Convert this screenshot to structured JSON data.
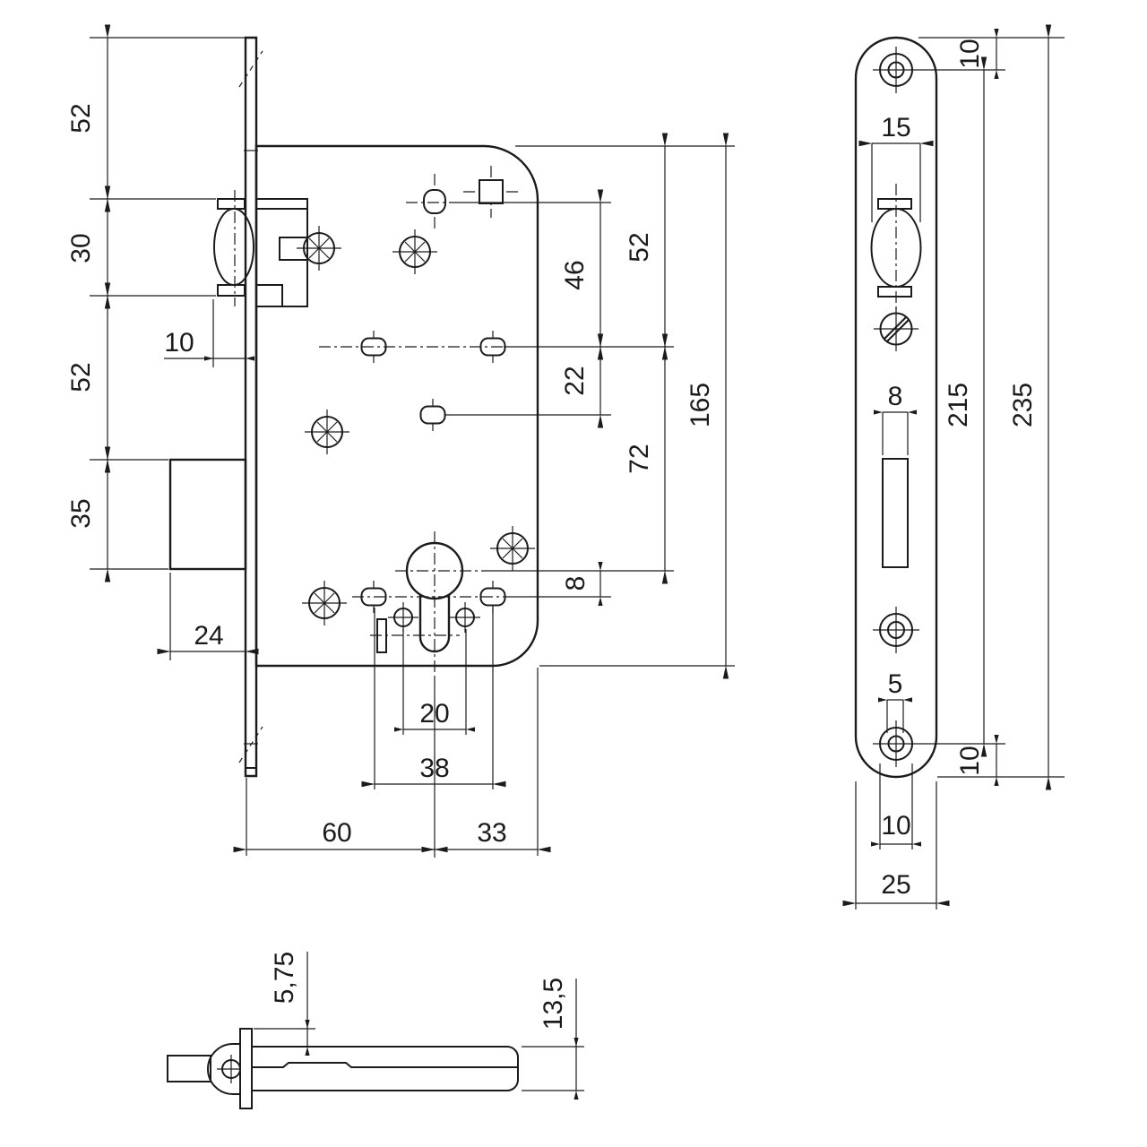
{
  "drawing": {
    "colors": {
      "line": "#1b1b1b",
      "background": "#ffffff"
    },
    "dims": {
      "main_left_top": "52",
      "main_left_latch": "30",
      "main_left_mid": "52",
      "main_left_bolt": "35",
      "main_latch_out": "10",
      "main_bolt_out": "24",
      "main_sq_handle": "46",
      "main_handle_low": "22",
      "main_top_handle": "52",
      "main_handle_cyl": "72",
      "main_total_h": "165",
      "main_cyl_off": "8",
      "main_screws_w": "20",
      "main_holes_w": "38",
      "main_backset": "60",
      "main_rear": "33",
      "fp_screw_top": "10",
      "fp_latch_w": "15",
      "fp_slot_w": "8",
      "fp_hole_inner": "5",
      "fp_screw_bot": "10",
      "fp_hole_outer": "10",
      "fp_width": "25",
      "fp_screw_span": "215",
      "fp_height": "235",
      "lv_head_off": "5,75",
      "lv_body_h": "13,5"
    }
  }
}
